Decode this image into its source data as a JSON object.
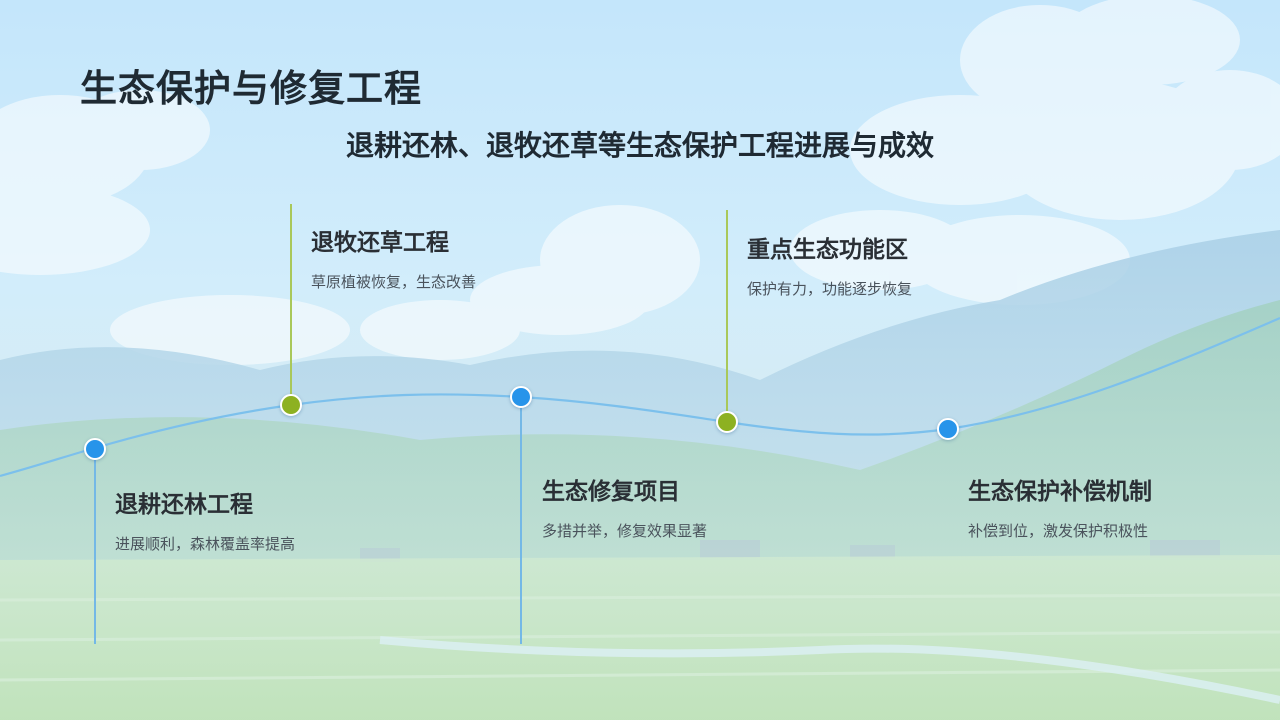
{
  "title": "生态保护与修复工程",
  "subtitle": "退耕还林、退牧还草等生态保护工程进展与成效",
  "milestones": [
    {
      "title": "退耕还林工程",
      "desc": "进展顺利，森林覆盖率提高",
      "color": "#2794ea"
    },
    {
      "title": "退牧还草工程",
      "desc": "草原植被恢复，生态改善",
      "color": "#8db121"
    },
    {
      "title": "生态修复项目",
      "desc": "多措并举，修复效果显著",
      "color": "#2794ea"
    },
    {
      "title": "重点生态功能区",
      "desc": "保护有力，功能逐步恢复",
      "color": "#8db121"
    },
    {
      "title": "生态保护补偿机制",
      "desc": "补偿到位，激发保护积极性",
      "color": "#2794ea"
    }
  ]
}
